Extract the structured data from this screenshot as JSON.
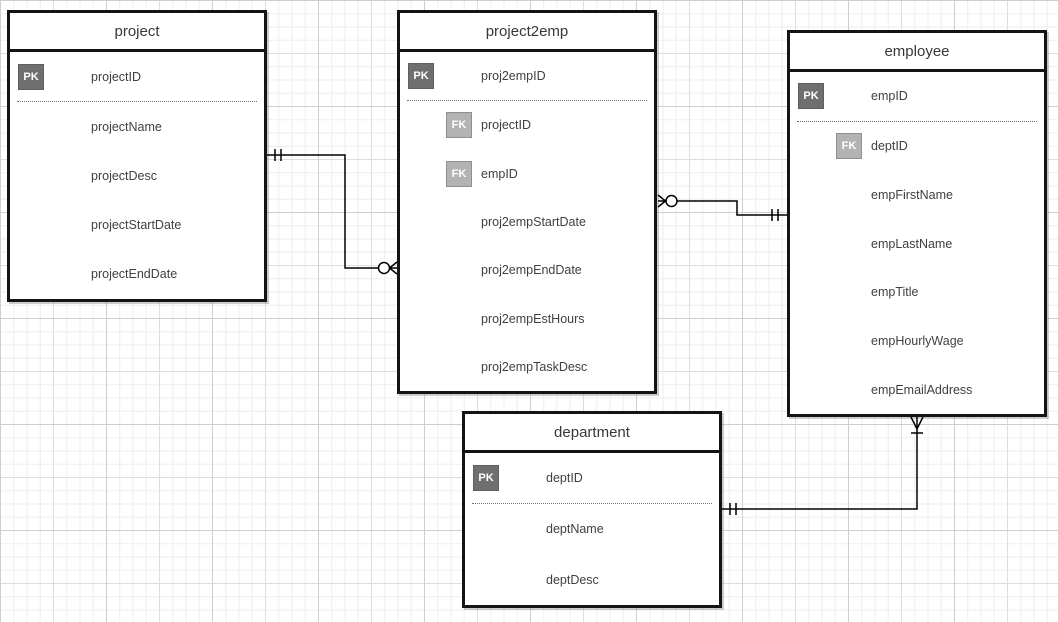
{
  "diagram": {
    "badge_labels": {
      "pk": "PK",
      "fk": "FK"
    },
    "tables": {
      "project": {
        "title": "project",
        "fields": [
          {
            "badge": "PK",
            "name": "projectID"
          },
          {
            "badge": "",
            "name": "projectName"
          },
          {
            "badge": "",
            "name": "projectDesc"
          },
          {
            "badge": "",
            "name": "projectStartDate"
          },
          {
            "badge": "",
            "name": "projectEndDate"
          }
        ]
      },
      "project2emp": {
        "title": "project2emp",
        "fields": [
          {
            "badge": "PK",
            "name": "proj2empID"
          },
          {
            "badge": "FK",
            "name": "projectID"
          },
          {
            "badge": "FK",
            "name": "empID"
          },
          {
            "badge": "",
            "name": "proj2empStartDate"
          },
          {
            "badge": "",
            "name": "proj2empEndDate"
          },
          {
            "badge": "",
            "name": "proj2empEstHours"
          },
          {
            "badge": "",
            "name": "proj2empTaskDesc"
          }
        ]
      },
      "employee": {
        "title": "employee",
        "fields": [
          {
            "badge": "PK",
            "name": "empID"
          },
          {
            "badge": "FK",
            "name": "deptID"
          },
          {
            "badge": "",
            "name": "empFirstName"
          },
          {
            "badge": "",
            "name": "empLastName"
          },
          {
            "badge": "",
            "name": "empTitle"
          },
          {
            "badge": "",
            "name": "empHourlyWage"
          },
          {
            "badge": "",
            "name": "empEmailAddress"
          }
        ]
      },
      "department": {
        "title": "department",
        "fields": [
          {
            "badge": "PK",
            "name": "deptID"
          },
          {
            "badge": "",
            "name": "deptName"
          },
          {
            "badge": "",
            "name": "deptDesc"
          }
        ]
      }
    },
    "relationships": [
      {
        "from_table": "project",
        "from_cardinality": "one-and-only-one",
        "to_table": "project2emp",
        "to_cardinality": "zero-or-many"
      },
      {
        "from_table": "employee",
        "from_cardinality": "one-and-only-one",
        "to_table": "project2emp",
        "to_cardinality": "zero-or-many"
      },
      {
        "from_table": "department",
        "from_cardinality": "one-and-only-one",
        "to_table": "employee",
        "to_cardinality": "one-or-many"
      }
    ],
    "colors": {
      "pk_badge": "#6f6f6f",
      "fk_badge": "#b3b3b3",
      "entity_border": "#141414",
      "grid_minor": "#ededed",
      "grid_major": "#cfcfcf"
    }
  }
}
